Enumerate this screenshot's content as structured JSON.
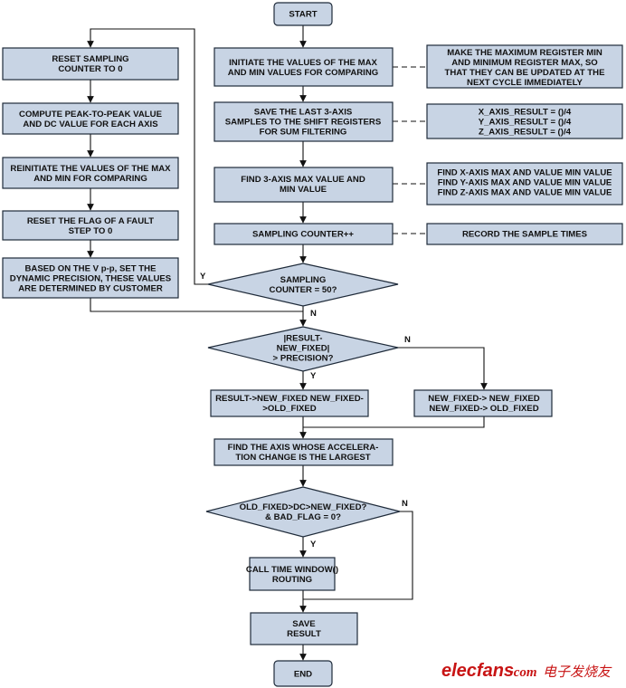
{
  "nodes": {
    "start": [
      "START"
    ],
    "init_max_min": [
      "INITIATE THE VALUES OF THE MAX",
      "AND MIN VALUES FOR COMPARING"
    ],
    "make_max_min": [
      "MAKE THE MAXIMUM REGISTER MIN",
      "AND MINIMUM REGISTER MAX, SO",
      "THAT THEY CAN BE UPDATED AT THE",
      "NEXT CYCLE IMMEDIATELY"
    ],
    "save_samples": [
      "SAVE THE LAST 3-AXIS",
      "SAMPLES TO THE SHIFT REGISTERS",
      "FOR SUM FILTERING"
    ],
    "axis_result": [
      "X_AXIS_RESULT = ()/4",
      "Y_AXIS_RESULT = ()/4",
      "Z_AXIS_RESULT = ()/4"
    ],
    "find_max": [
      "FIND 3-AXIS MAX VALUE AND",
      "MIN VALUE"
    ],
    "find_axes_max": [
      "FIND X-AXIS MAX AND VALUE MIN VALUE",
      "FIND Y-AXIS MAX AND VALUE MIN VALUE",
      "FIND Z-AXIS MAX AND VALUE MIN VALUE"
    ],
    "counter_inc": [
      "SAMPLING COUNTER++"
    ],
    "record_times": [
      "RECORD THE SAMPLE TIMES"
    ],
    "counter_check": [
      "SAMPLING",
      "COUNTER = 50?"
    ],
    "reset_counter": [
      "RESET SAMPLING",
      "COUNTER TO 0"
    ],
    "compute_ptp": [
      "COMPUTE PEAK-TO-PEAK VALUE",
      "AND DC VALUE FOR EACH AXIS"
    ],
    "reinit_max_min": [
      "REINITIATE THE VALUES OF THE MAX",
      "AND MIN FOR COMPARING"
    ],
    "reset_flag": [
      "RESET THE FLAG OF A FAULT",
      "STEP TO 0"
    ],
    "set_precision": [
      "BASED ON THE V p-p, SET THE",
      "DYNAMIC PRECISION, THESE VALUES",
      "ARE DETERMINED BY CUSTOMER"
    ],
    "result_check": [
      "|RESULT-",
      "NEW_FIXED|",
      "> PRECISION?"
    ],
    "result_to_fixed": [
      "RESULT->NEW_FIXED NEW_FIXED-",
      ">OLD_FIXED"
    ],
    "fixed_to_fixed": [
      "NEW_FIXED-> NEW_FIXED",
      "NEW_FIXED-> OLD_FIXED"
    ],
    "find_axis": [
      "FIND THE AXIS WHOSE ACCELERA-",
      "TION CHANGE IS THE LARGEST"
    ],
    "fixed_dc_check": [
      "OLD_FIXED>DC>NEW_FIXED?",
      "& BAD_FLAG = 0?"
    ],
    "call_time_window": [
      "CALL TIME WINDOW()",
      "ROUTING"
    ],
    "save_result": [
      "SAVE",
      "RESULT"
    ],
    "end": [
      "END"
    ]
  },
  "labels": {
    "y1": "Y",
    "n1": "N",
    "y2": "Y",
    "n2": "N",
    "y3": "Y",
    "n3": "N"
  },
  "watermark": {
    "brand": "elecfans",
    "dotcom": "·com",
    "cn": "电子发烧友"
  },
  "colors": {
    "node_fill": "#c8d4e4",
    "stroke": "#1f2b3a",
    "watermark": "#c81414"
  }
}
